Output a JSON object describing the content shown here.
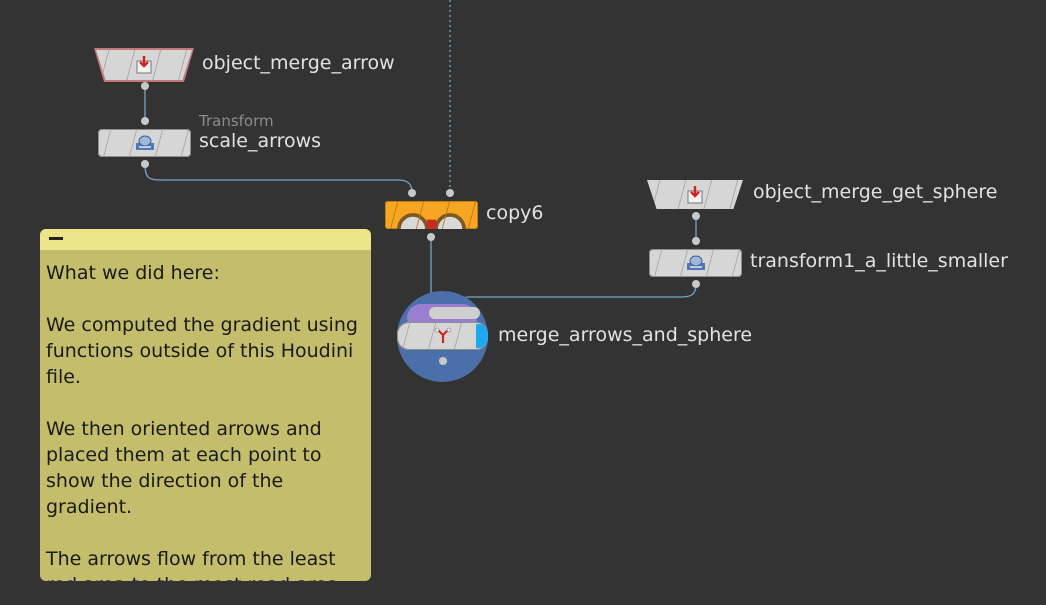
{
  "network": {
    "nodes": {
      "object_merge_arrow": {
        "name": "object_merge_arrow",
        "icon": "object-merge-icon",
        "type": "Object Merge"
      },
      "scale_arrows": {
        "name": "scale_arrows",
        "type_label": "Transform",
        "icon": "transform-icon"
      },
      "copy6": {
        "name": "copy6",
        "icon": "copy-icon",
        "color": "#f7a623"
      },
      "object_merge_get_sphere": {
        "name": "object_merge_get_sphere",
        "icon": "object-merge-icon"
      },
      "transform1_a_little_smaller": {
        "name": "transform1_a_little_smaller",
        "icon": "transform-icon"
      },
      "merge_arrows_and_sphere": {
        "name": "merge_arrows_and_sphere",
        "icon": "merge-icon",
        "display_flag_color": "#4b6fa8"
      }
    },
    "sticky_note": {
      "text": "What we did here:\n\nWe computed the gradient using functions outside of this Houdini file.\n\nWe then oriented arrows and placed them at each point to show the direction of the gradient.\n\nThe arrows flow from the least red area to the most read area.",
      "background": "#c3bd6c",
      "header_color": "#eee58a"
    },
    "colors": {
      "background": "#333333",
      "wire": "#7aa3c9",
      "node_body": "#d6d6d6",
      "label": "#e2e2e2"
    }
  }
}
